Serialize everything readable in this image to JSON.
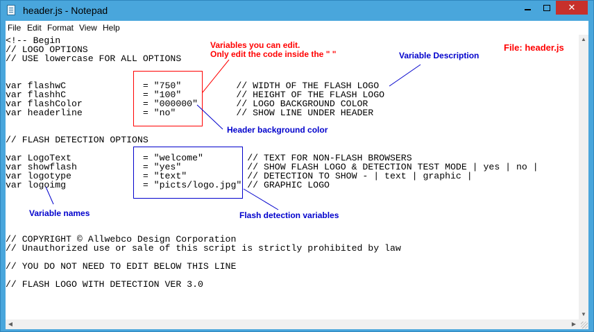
{
  "window": {
    "title": "header.js - Notepad"
  },
  "menu": {
    "file": "File",
    "edit": "Edit",
    "format": "Format",
    "view": "View",
    "help": "Help"
  },
  "editor": {
    "lines": [
      "<!-- Begin",
      "// LOGO OPTIONS",
      "// USE lowercase FOR ALL OPTIONS",
      "",
      "",
      "var flashwC              = \"750\"          // WIDTH OF THE FLASH LOGO",
      "var flashhC              = \"100\"          // HEIGHT OF THE FLASH LOGO",
      "var flashColor           = \"000000\"       // LOGO BACKGROUND COLOR",
      "var headerline           = \"no\"           // SHOW LINE UNDER HEADER",
      "",
      "",
      "// FLASH DETECTION OPTIONS",
      "",
      "var LogoText             = \"welcome\"        // TEXT FOR NON-FLASH BROWSERS",
      "var showflash            = \"yes\"            // SHOW FLASH LOGO & DETECTION TEST MODE | yes | no |",
      "var logotype             = \"text\"           // DETECTION TO SHOW - | text | graphic |",
      "var logoimg              = \"picts/logo.jpg\" // GRAPHIC LOGO",
      "",
      "",
      "",
      "",
      "",
      "// COPYRIGHT © Allwebco Design Corporation",
      "// Unauthorized use or sale of this script is strictly prohibited by law",
      "",
      "// YOU DO NOT NEED TO EDIT BELOW THIS LINE",
      "",
      "// FLASH LOGO WITH DETECTION VER 3.0"
    ]
  },
  "annotations": {
    "variables_edit_line1": "Variables you can edit.",
    "variables_edit_line2": "Only edit the code inside the \" \"",
    "variable_description": "Variable Description",
    "file_label": "File: header.js",
    "header_bg_color": "Header background color",
    "variable_names": "Variable names",
    "flash_detection_vars": "Flash detection variables"
  },
  "colors": {
    "annotation_red": "#ff0000",
    "annotation_blue": "#0000cc",
    "titlebar": "#49a6dc",
    "close_button": "#c7302b"
  }
}
